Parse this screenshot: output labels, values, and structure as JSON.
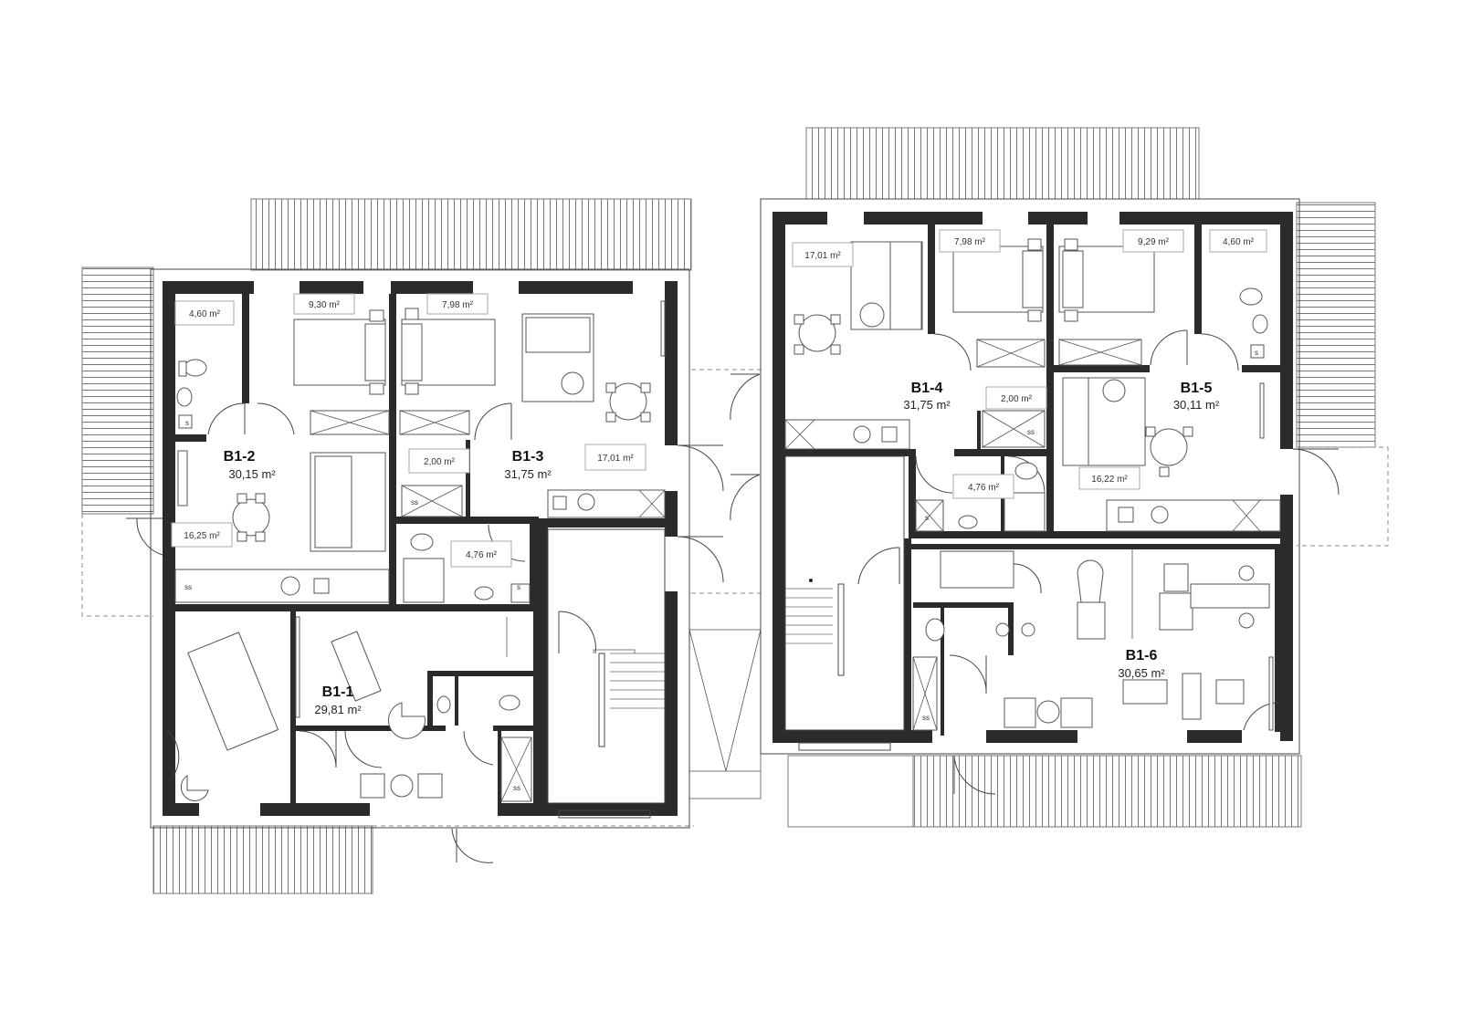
{
  "units": [
    {
      "id": "B1-1",
      "area": "29,81 m²"
    },
    {
      "id": "B1-2",
      "area": "30,15 m²"
    },
    {
      "id": "B1-3",
      "area": "31,75 m²"
    },
    {
      "id": "B1-4",
      "area": "31,75 m²"
    },
    {
      "id": "B1-5",
      "area": "30,11 m²"
    },
    {
      "id": "B1-6",
      "area": "30,65 m²"
    }
  ],
  "rooms": [
    {
      "label": "4,60 m²"
    },
    {
      "label": "9,30 m²"
    },
    {
      "label": "7,98 m²"
    },
    {
      "label": "16,25 m²"
    },
    {
      "label": "2,00 m²"
    },
    {
      "label": "17,01 m²"
    },
    {
      "label": "4,76 m²"
    },
    {
      "label": "17,01 m²"
    },
    {
      "label": "7,98 m²"
    },
    {
      "label": "9,29 m²"
    },
    {
      "label": "4,60 m²"
    },
    {
      "label": "2,00 m²"
    },
    {
      "label": "4,76 m²"
    },
    {
      "label": "16,22 m²"
    }
  ],
  "markers": {
    "shower": "ss",
    "sink": "s"
  }
}
